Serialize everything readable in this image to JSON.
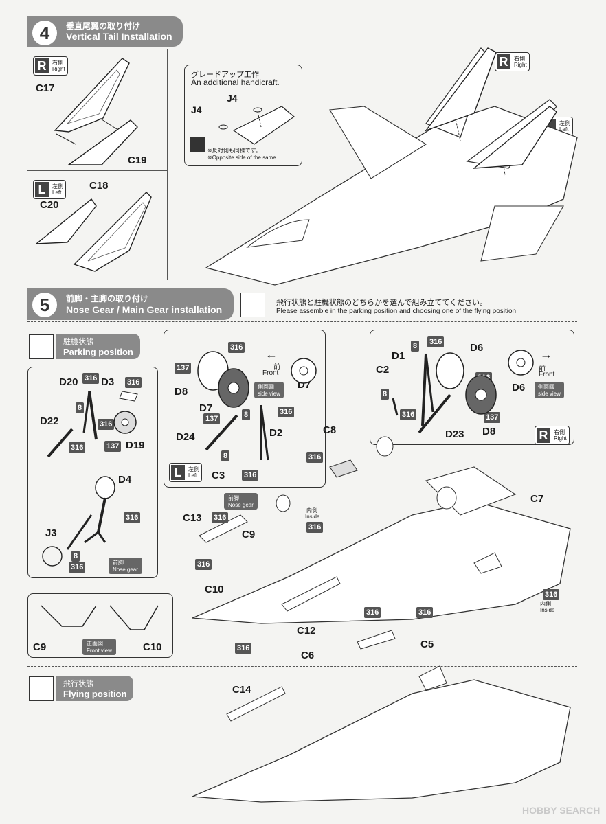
{
  "step4": {
    "number": "4",
    "title_jp": "垂直尾翼の取り付け",
    "title_en": "Vertical Tail Installation",
    "right_tag": {
      "letter": "R",
      "jp": "右側",
      "en": "Right"
    },
    "left_tag": {
      "letter": "L",
      "jp": "左側",
      "en": "Left"
    },
    "parts_right": [
      "C17",
      "C19"
    ],
    "parts_left": [
      "C20",
      "C18"
    ],
    "upgrade_jp": "グレードアップ工作",
    "upgrade_en": "An additional handicraft.",
    "upgrade_parts": [
      "J4",
      "J4"
    ],
    "opposite_jp": "※反対側も同様です。",
    "opposite_en": "※Opposite side of the same"
  },
  "step5": {
    "number": "5",
    "title_jp": "前脚・主脚の取り付け",
    "title_en": "Nose Gear / Main Gear installation",
    "choose_jp": "飛行状態と駐機状態のどちらかを選んで組み立ててください。",
    "choose_en": "Please assemble in the parking position and choosing one of the flying position.",
    "parking_jp": "駐機状態",
    "parking_en": "Parking position",
    "flying_jp": "飛行状態",
    "flying_en": "Flying position"
  },
  "left_gear": {
    "parts": [
      "D20",
      "D3",
      "D22",
      "D19"
    ],
    "badges": [
      "316",
      "316",
      "8",
      "316",
      "316",
      "137"
    ]
  },
  "nose_gear": {
    "parts": [
      "D4",
      "J3"
    ],
    "badges": [
      "316",
      "8",
      "316"
    ],
    "tag_jp": "前脚",
    "tag_en": "Nose gear"
  },
  "front_view": {
    "parts": [
      "C9",
      "C10"
    ],
    "tag_jp": "正面図",
    "tag_en": "Front view"
  },
  "left_main": {
    "parts": [
      "D8",
      "D7",
      "D24",
      "D2",
      "C3",
      "D7"
    ],
    "badges": [
      "137",
      "316",
      "137",
      "8",
      "316",
      "8",
      "316"
    ],
    "front_jp": "前",
    "front_en": "Front",
    "side_jp": "側面図",
    "side_en": "side view",
    "tag": {
      "letter": "L",
      "jp": "左側",
      "en": "Left"
    }
  },
  "right_main": {
    "parts": [
      "D1",
      "C2",
      "D6",
      "D23",
      "D8",
      "D6"
    ],
    "badges": [
      "8",
      "316",
      "8",
      "316",
      "316",
      "137"
    ],
    "front_jp": "前",
    "front_en": "Front",
    "side_jp": "側面図",
    "side_en": "side view",
    "tag": {
      "letter": "R",
      "jp": "右側",
      "en": "Right"
    }
  },
  "aircraft_parking": {
    "parts": [
      "C8",
      "C7",
      "C13",
      "C9",
      "C10",
      "C12"
    ],
    "badges": [
      "316",
      "316",
      "316",
      "316",
      "316",
      "316",
      "316"
    ],
    "nose_tag_jp": "前脚",
    "nose_tag_en": "Nose gear",
    "inside_jp": "内側",
    "inside_en": "Inside"
  },
  "aircraft_flying": {
    "parts": [
      "C6",
      "C5",
      "C14"
    ]
  },
  "watermark": "HOBBY SEARCH"
}
